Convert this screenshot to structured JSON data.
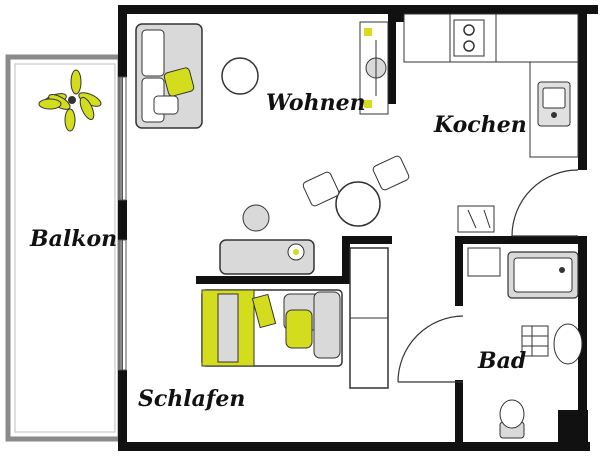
{
  "rooms": {
    "wohnen": "Wohnen",
    "kochen": "Kochen",
    "balkon": "Balkon",
    "schlafen": "Schlafen",
    "bad": "Bad"
  },
  "colors": {
    "wall": "#111111",
    "accent": "#d4dc1e",
    "furniture": "#d9d9d9",
    "balcony": "#8a8a8a",
    "line": "#333333"
  },
  "icons": {
    "plant": "plant-icon",
    "sofa": "sofa-icon",
    "bed": "bed-icon",
    "sink": "sink-icon",
    "stove": "stove-icon",
    "bathtub": "bathtub-icon",
    "toilet": "toilet-icon",
    "tv": "tv-icon"
  }
}
